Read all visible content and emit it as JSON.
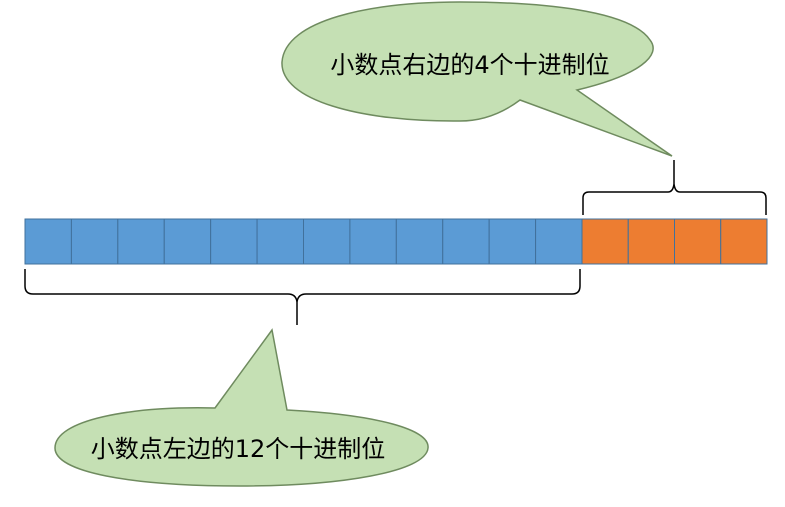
{
  "callouts": {
    "right": "小数点右边的4个十进制位",
    "left": "小数点左边的12个十进制位"
  },
  "register": {
    "integer_cells": 12,
    "fraction_cells": 4
  },
  "colors": {
    "integer_fill": "#5B9BD5",
    "fraction_fill": "#ED7D31",
    "cell_border": "#41719C",
    "bubble_fill": "#C5E0B4",
    "bubble_stroke": "#6F8B5F",
    "brace_stroke": "#000000"
  }
}
